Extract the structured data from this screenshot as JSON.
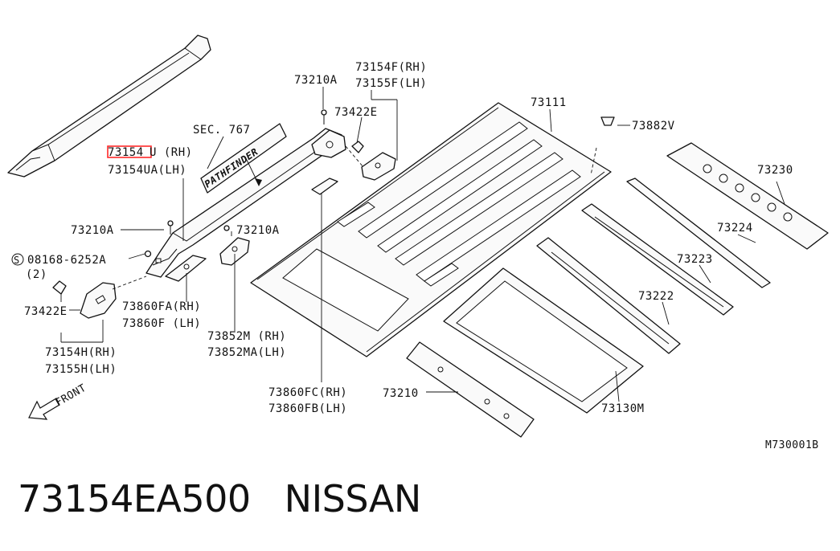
{
  "labels": {
    "sec": "SEC. 767",
    "p73154u_highlight": "73154",
    "p73154u_rest": "U (RH)",
    "p73154ua": "73154UA(LH)",
    "p73210a_top": "73210A",
    "p73154f": "73154F(RH)",
    "p73155f": "73155F(LH)",
    "p73422e_top": "73422E",
    "p73111": "73111",
    "p73882v": "73882V",
    "p73230": "73230",
    "p73224": "73224",
    "p73223": "73223",
    "p73222": "73222",
    "p73210a_left": "73210A",
    "p73210a_mid": "73210A",
    "screw_code": "08168-6252A",
    "screw_symbol": "S",
    "screw_qty": "(2)",
    "p73422e_left": "73422E",
    "p73860fa": "73860FA(RH)",
    "p73860f": "73860F (LH)",
    "p73852m": "73852M (RH)",
    "p73852ma": "73852MA(LH)",
    "p73154h": "73154H(RH)",
    "p73155h": "73155H(LH)",
    "p73860fc": "73860FC(RH)",
    "p73860fb": "73860FB(LH)",
    "p73210": "73210",
    "p73130m": "73130M",
    "front": "FRONT",
    "emblem": "PATHFINDER",
    "ref": "M730001B"
  },
  "caption": {
    "part_number": "73154EA500",
    "brand": "NISSAN"
  },
  "colors": {
    "highlight": "#ff2a2a",
    "ink": "#111111"
  }
}
